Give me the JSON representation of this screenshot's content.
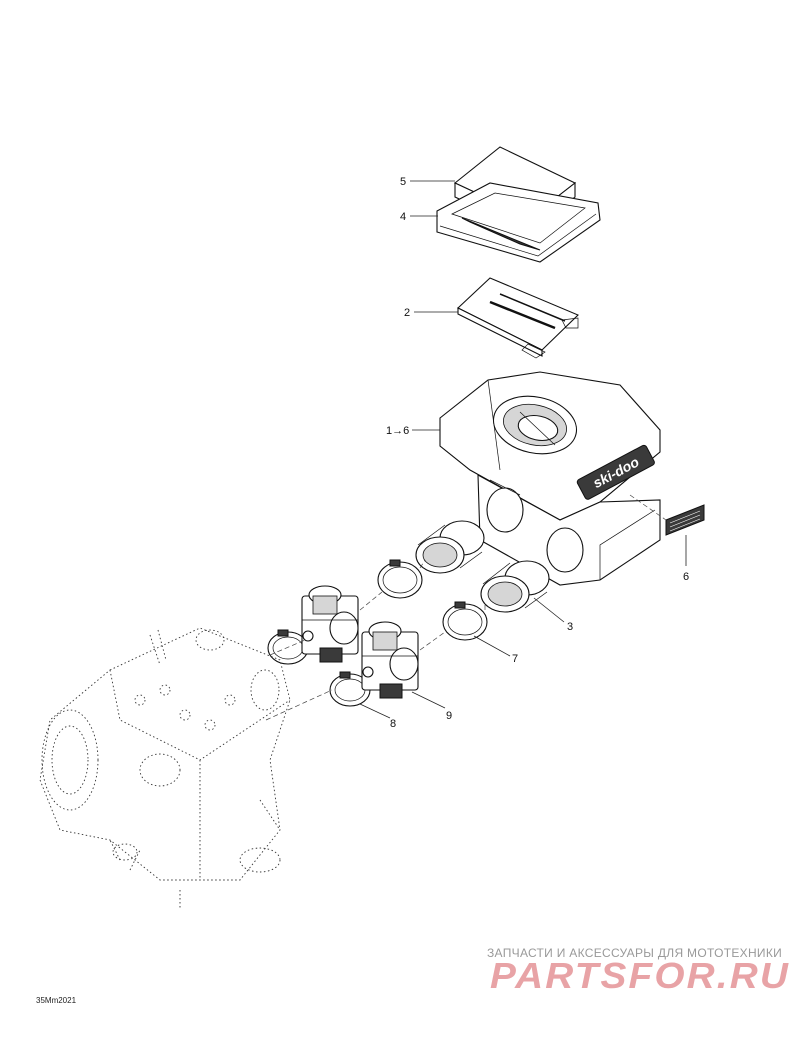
{
  "diagram": {
    "code": "35Mm2021",
    "callouts": [
      {
        "id": "c5",
        "label": "5"
      },
      {
        "id": "c4",
        "label": "4"
      },
      {
        "id": "c2",
        "label": "2"
      },
      {
        "id": "c1",
        "label": "1→6"
      },
      {
        "id": "c6",
        "label": "6"
      },
      {
        "id": "c3",
        "label": "3"
      },
      {
        "id": "c7",
        "label": "7"
      },
      {
        "id": "c9",
        "label": "9"
      },
      {
        "id": "c8",
        "label": "8"
      }
    ],
    "brand_on_part": "ski-doo"
  },
  "watermark": {
    "tagline": "ЗАПЧАСТИ И АКСЕССУАРЫ ДЛЯ МОТОТЕХНИКИ",
    "logo": "PARTSFOR.RU",
    "logo_color": "#e8a3a6"
  }
}
